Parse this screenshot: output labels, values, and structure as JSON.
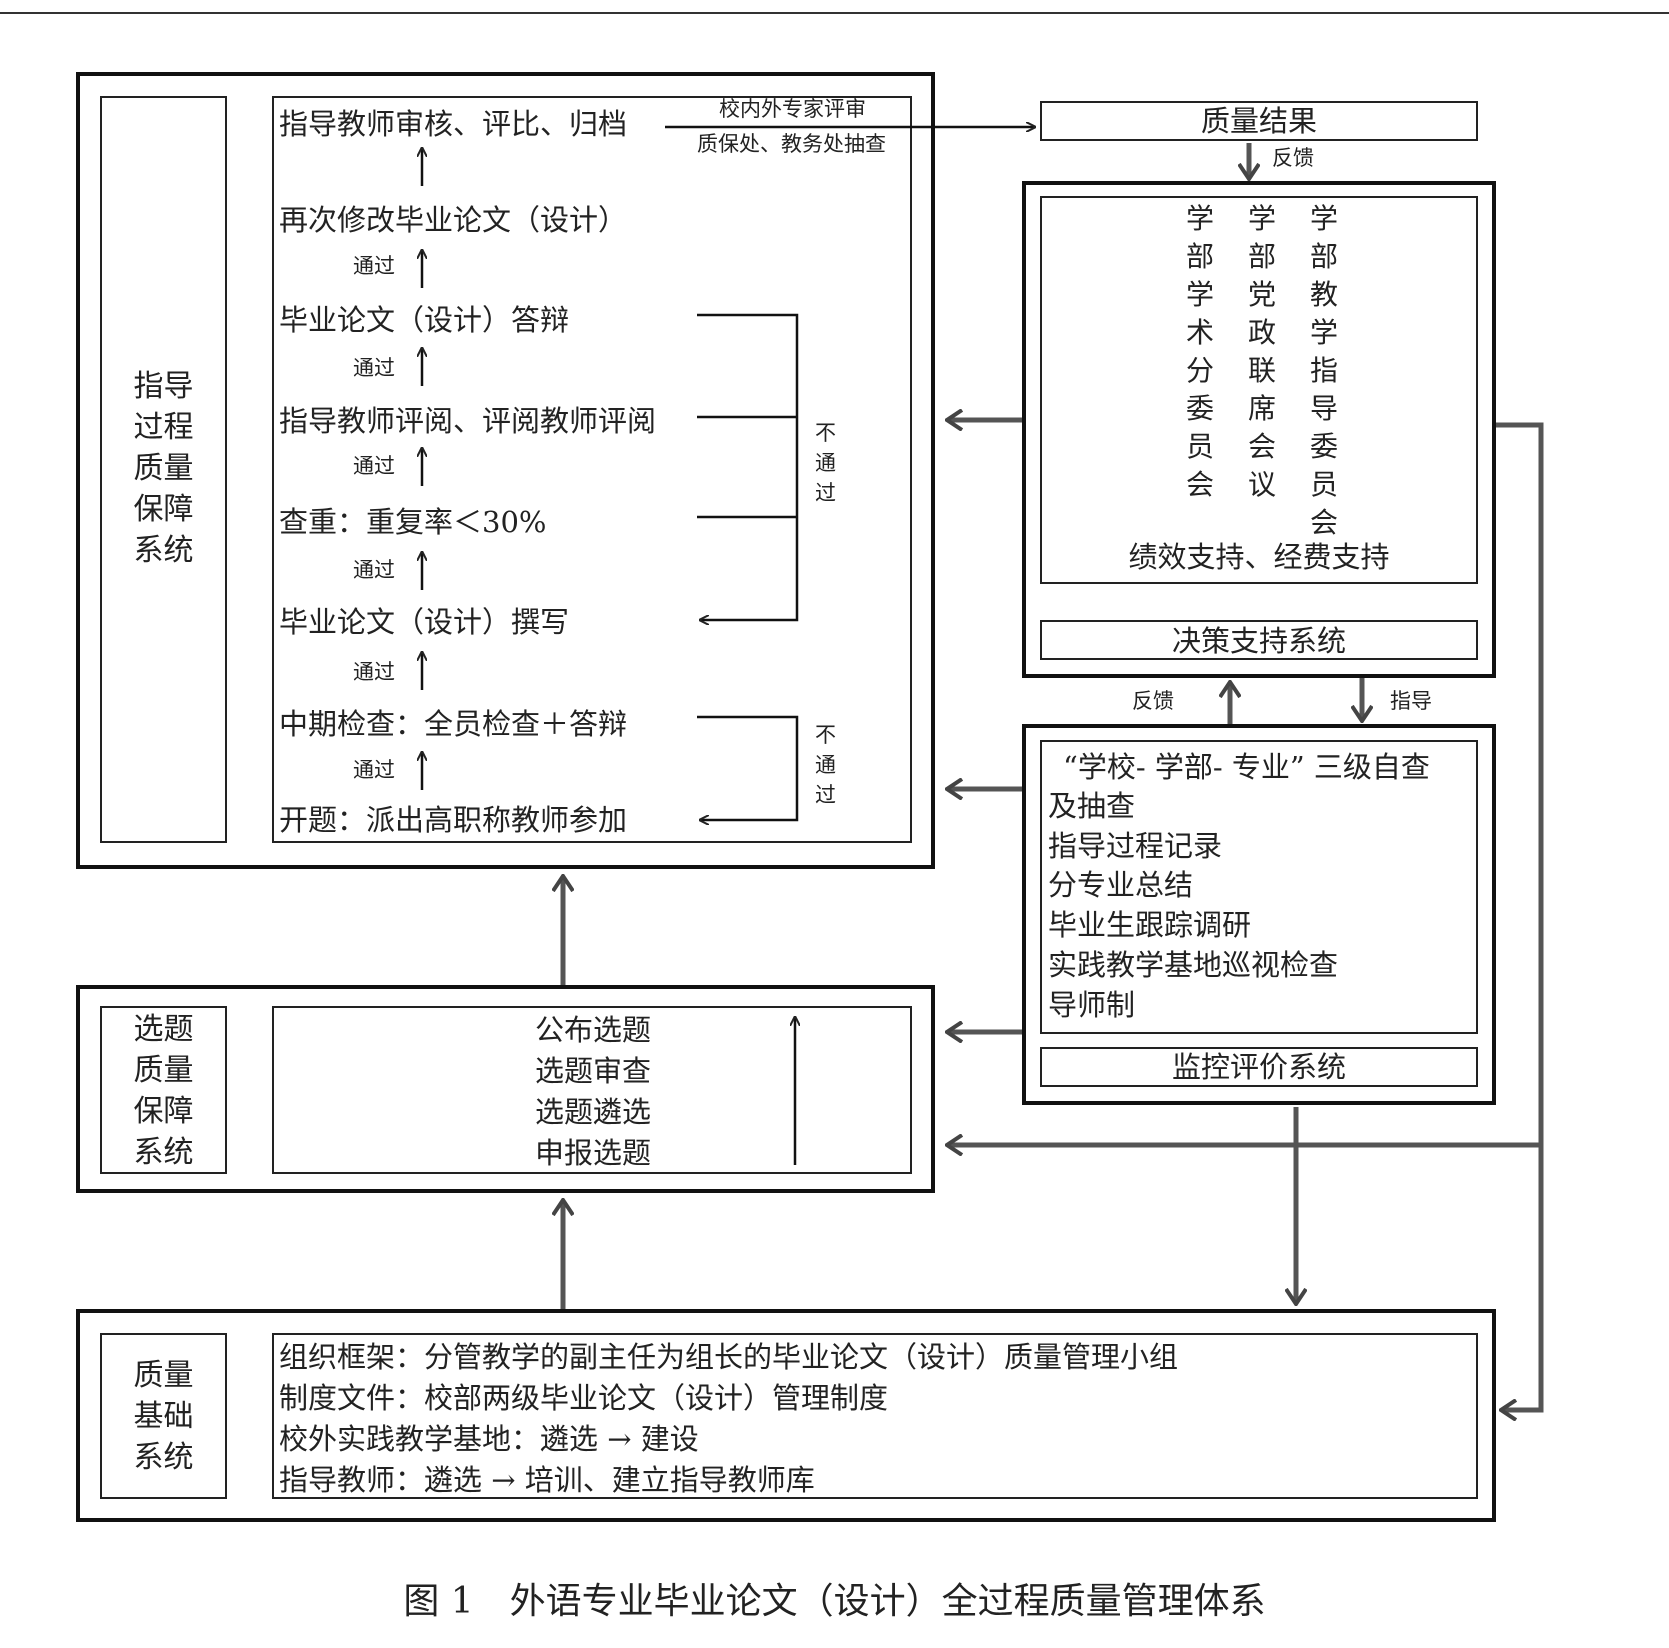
{
  "guide_system": {
    "label": "指导\n过程\n质量\n保障\n系统",
    "steps": [
      "指导教师审核、评比、归档",
      "再次修改毕业论文（设计）",
      "毕业论文（设计）答辩",
      "指导教师评阅、评阅教师评阅",
      "查重：重复率＜30%",
      "毕业论文（设计）撰写",
      "中期检查：全员检查＋答辩",
      "开题：派出高职称教师参加"
    ],
    "pass_label": "通过",
    "fail_label": "不\n通\n过",
    "review_note_1": "校内外专家评审",
    "review_note_2": "质保处、教务处抽查"
  },
  "quality_result": {
    "title": "质量结果",
    "feedback": "反馈"
  },
  "decision_system": {
    "columns": [
      "学\n部\n学\n术\n分\n委\n员\n会",
      "学\n部\n党\n政\n联\n席\n会\n议",
      "学\n部\n教\n学\n指\n导\n委\n员\n会"
    ],
    "support": "绩效支持、经费支持",
    "title": "决策支持系统"
  },
  "between_labels": {
    "feedback": "反馈",
    "guide": "指导"
  },
  "monitor_system": {
    "items": [
      "“学校- 学部- 专业” 三级自查",
      "及抽查",
      "指导过程记录",
      "分专业总结",
      "毕业生跟踪调研",
      "实践教学基地巡视检查",
      "导师制"
    ],
    "title": "监控评价系统"
  },
  "topic_system": {
    "label": "选题\n质量\n保障\n系统",
    "steps": [
      "公布选题",
      "选题审查",
      "选题遴选",
      "申报选题"
    ]
  },
  "foundation_system": {
    "label": "质量\n基础\n系统",
    "items": [
      "组织框架：分管教学的副主任为组长的毕业论文（设计）质量管理小组",
      "制度文件：校部两级毕业论文（设计）管理制度",
      "校外实践教学基地：遴选 → 建设",
      "指导教师：遴选 → 培训、建立指导教师库"
    ]
  },
  "caption": "图 1　外语专业毕业论文（设计）全过程质量管理体系"
}
